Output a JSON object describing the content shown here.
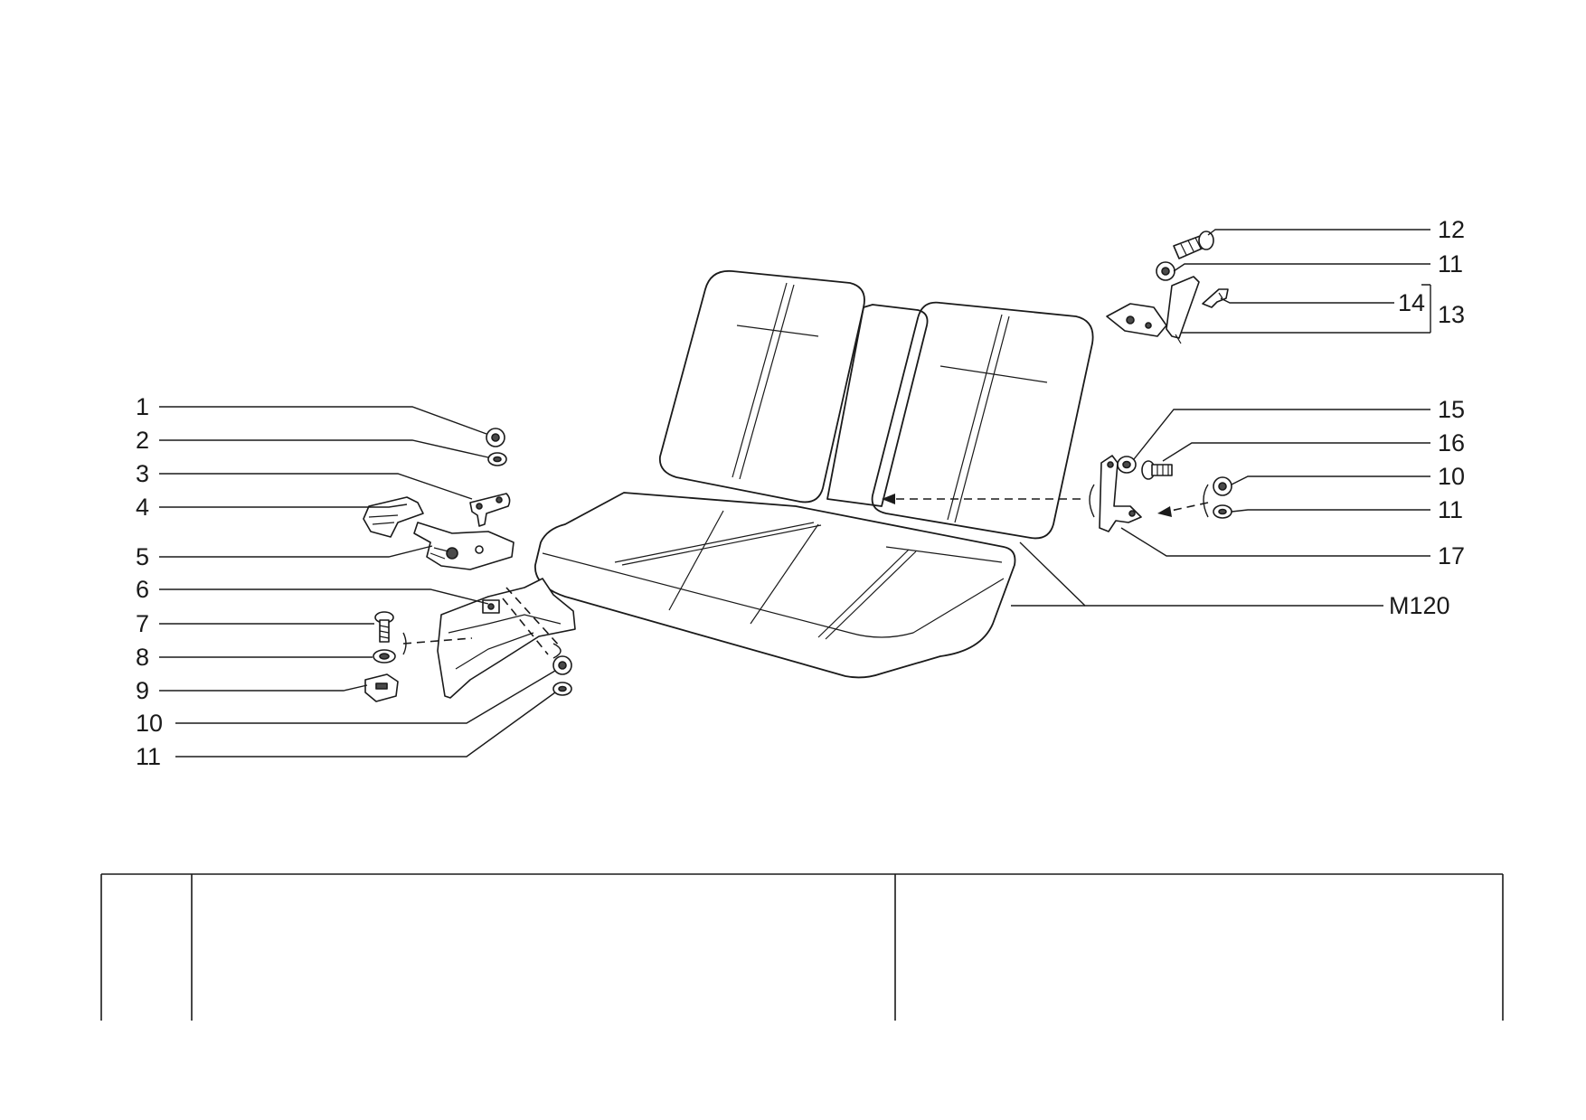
{
  "diagram": {
    "callouts_left": [
      "1",
      "2",
      "3",
      "4",
      "5",
      "6",
      "7",
      "8",
      "9",
      "10",
      "11"
    ],
    "callouts_right": [
      "12",
      "11",
      "14",
      "13",
      "15",
      "16",
      "10",
      "11",
      "17",
      "M120"
    ]
  }
}
